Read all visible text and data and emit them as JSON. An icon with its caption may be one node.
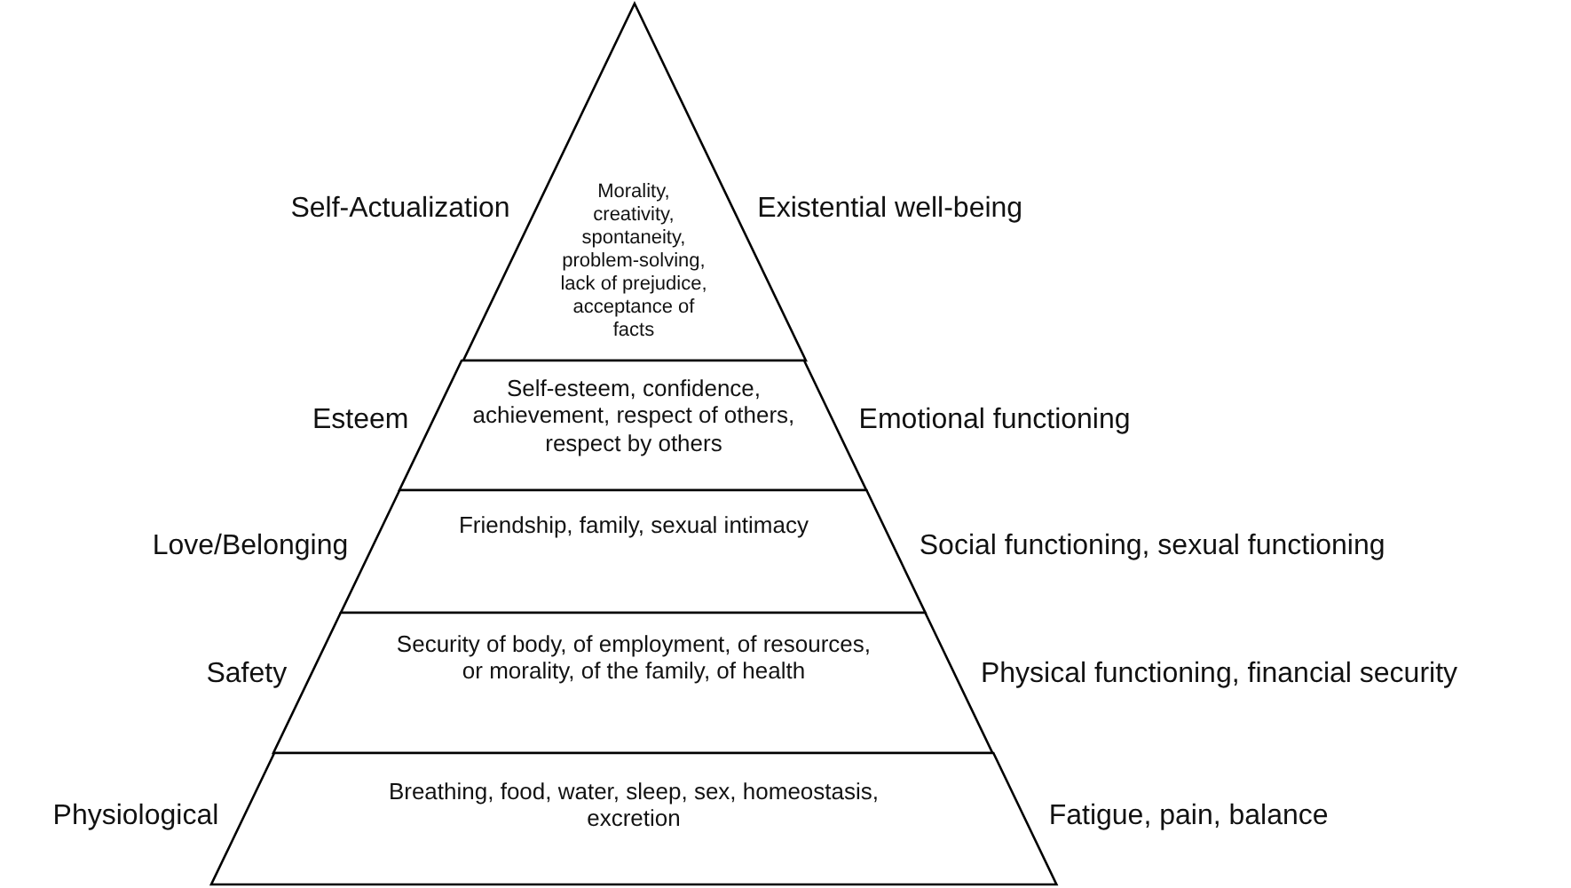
{
  "diagram": {
    "nodes": [
      {
        "text": [
          "Morality, creativity, spontaneity, problem-solving, lack of prejudice, acceptance of facts"
        ],
        "beside": [
          "Self-Actualization",
          "Existential well-being"
        ]
      },
      {
        "text": [
          "Self-esteem, confidence, achievement, respect of others, respect by others"
        ],
        "beside": [
          "Esteem",
          "Emotional functioning"
        ]
      },
      {
        "text": [
          "Friendship, family, sexual intimacy"
        ],
        "beside": [
          "Love/Belonging",
          "Social functioning, sexual functioning"
        ]
      },
      {
        "text": [
          "Security of body, of employment, of resources, or morality, of the family, of health"
        ],
        "beside": [
          "Safety",
          "Physical functioning, financial security"
        ]
      },
      {
        "text": [
          "Breathing, food, water, sleep, sex, homeostasis, excretion"
        ],
        "beside": [
          "Physiological",
          "Fatigue, pain, balance"
        ]
      }
    ]
  }
}
